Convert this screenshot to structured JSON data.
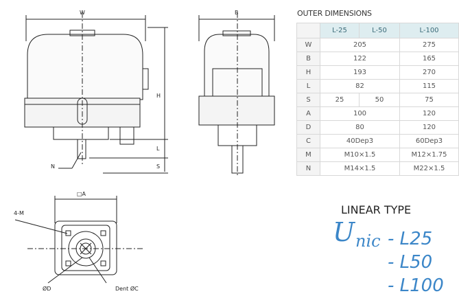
{
  "drawing_labels": {
    "W": "W",
    "B": "B",
    "H": "H",
    "L": "L",
    "S": "S",
    "N": "N",
    "A": "□A",
    "M": "4-M",
    "D": "ØD",
    "C": "Dent ØC"
  },
  "table": {
    "title": "OUTER DIMENSIONS",
    "headers": [
      "L-25",
      "L-50",
      "L-100"
    ],
    "rows": [
      {
        "k": "W",
        "a": "205",
        "c": "275"
      },
      {
        "k": "B",
        "a": "122",
        "c": "165"
      },
      {
        "k": "H",
        "a": "193",
        "c": "270"
      },
      {
        "k": "L",
        "a": "82",
        "c": "115"
      },
      {
        "k": "S",
        "a": "25",
        "b": "50",
        "c": "75"
      },
      {
        "k": "A",
        "a": "100",
        "c": "120"
      },
      {
        "k": "D",
        "a": "80",
        "c": "120"
      },
      {
        "k": "C",
        "a": "40Dep3",
        "c": "60Dep3"
      },
      {
        "k": "M",
        "a": "M10×1.5",
        "c": "M12×1.75"
      },
      {
        "k": "N",
        "a": "M14×1.5",
        "c": "M22×1.5"
      }
    ]
  },
  "brand": {
    "type": "LINEAR TYPE",
    "U": "U",
    "nic": "nic",
    "models": [
      "- L25",
      "- L50",
      "- L100"
    ]
  }
}
